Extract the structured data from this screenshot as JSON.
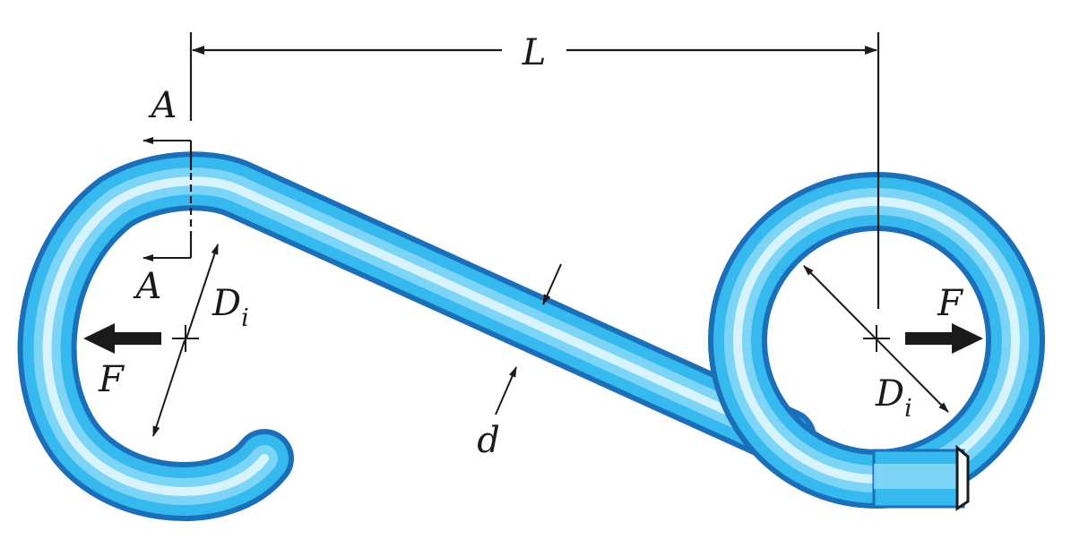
{
  "labels": {
    "length": "L",
    "section_top": "A",
    "section_bottom": "A",
    "inner_diameter_left": "D",
    "inner_diameter_left_sub": "i",
    "inner_diameter_right": "D",
    "inner_diameter_right_sub": "i",
    "force_left": "F",
    "force_right": "F",
    "wire_diameter": "d"
  },
  "colors": {
    "wire_edge": "#1a6fb8",
    "wire_body": "#36b9ee",
    "wire_highlight": "#e6f8ff",
    "ink": "#1a1a1a"
  }
}
